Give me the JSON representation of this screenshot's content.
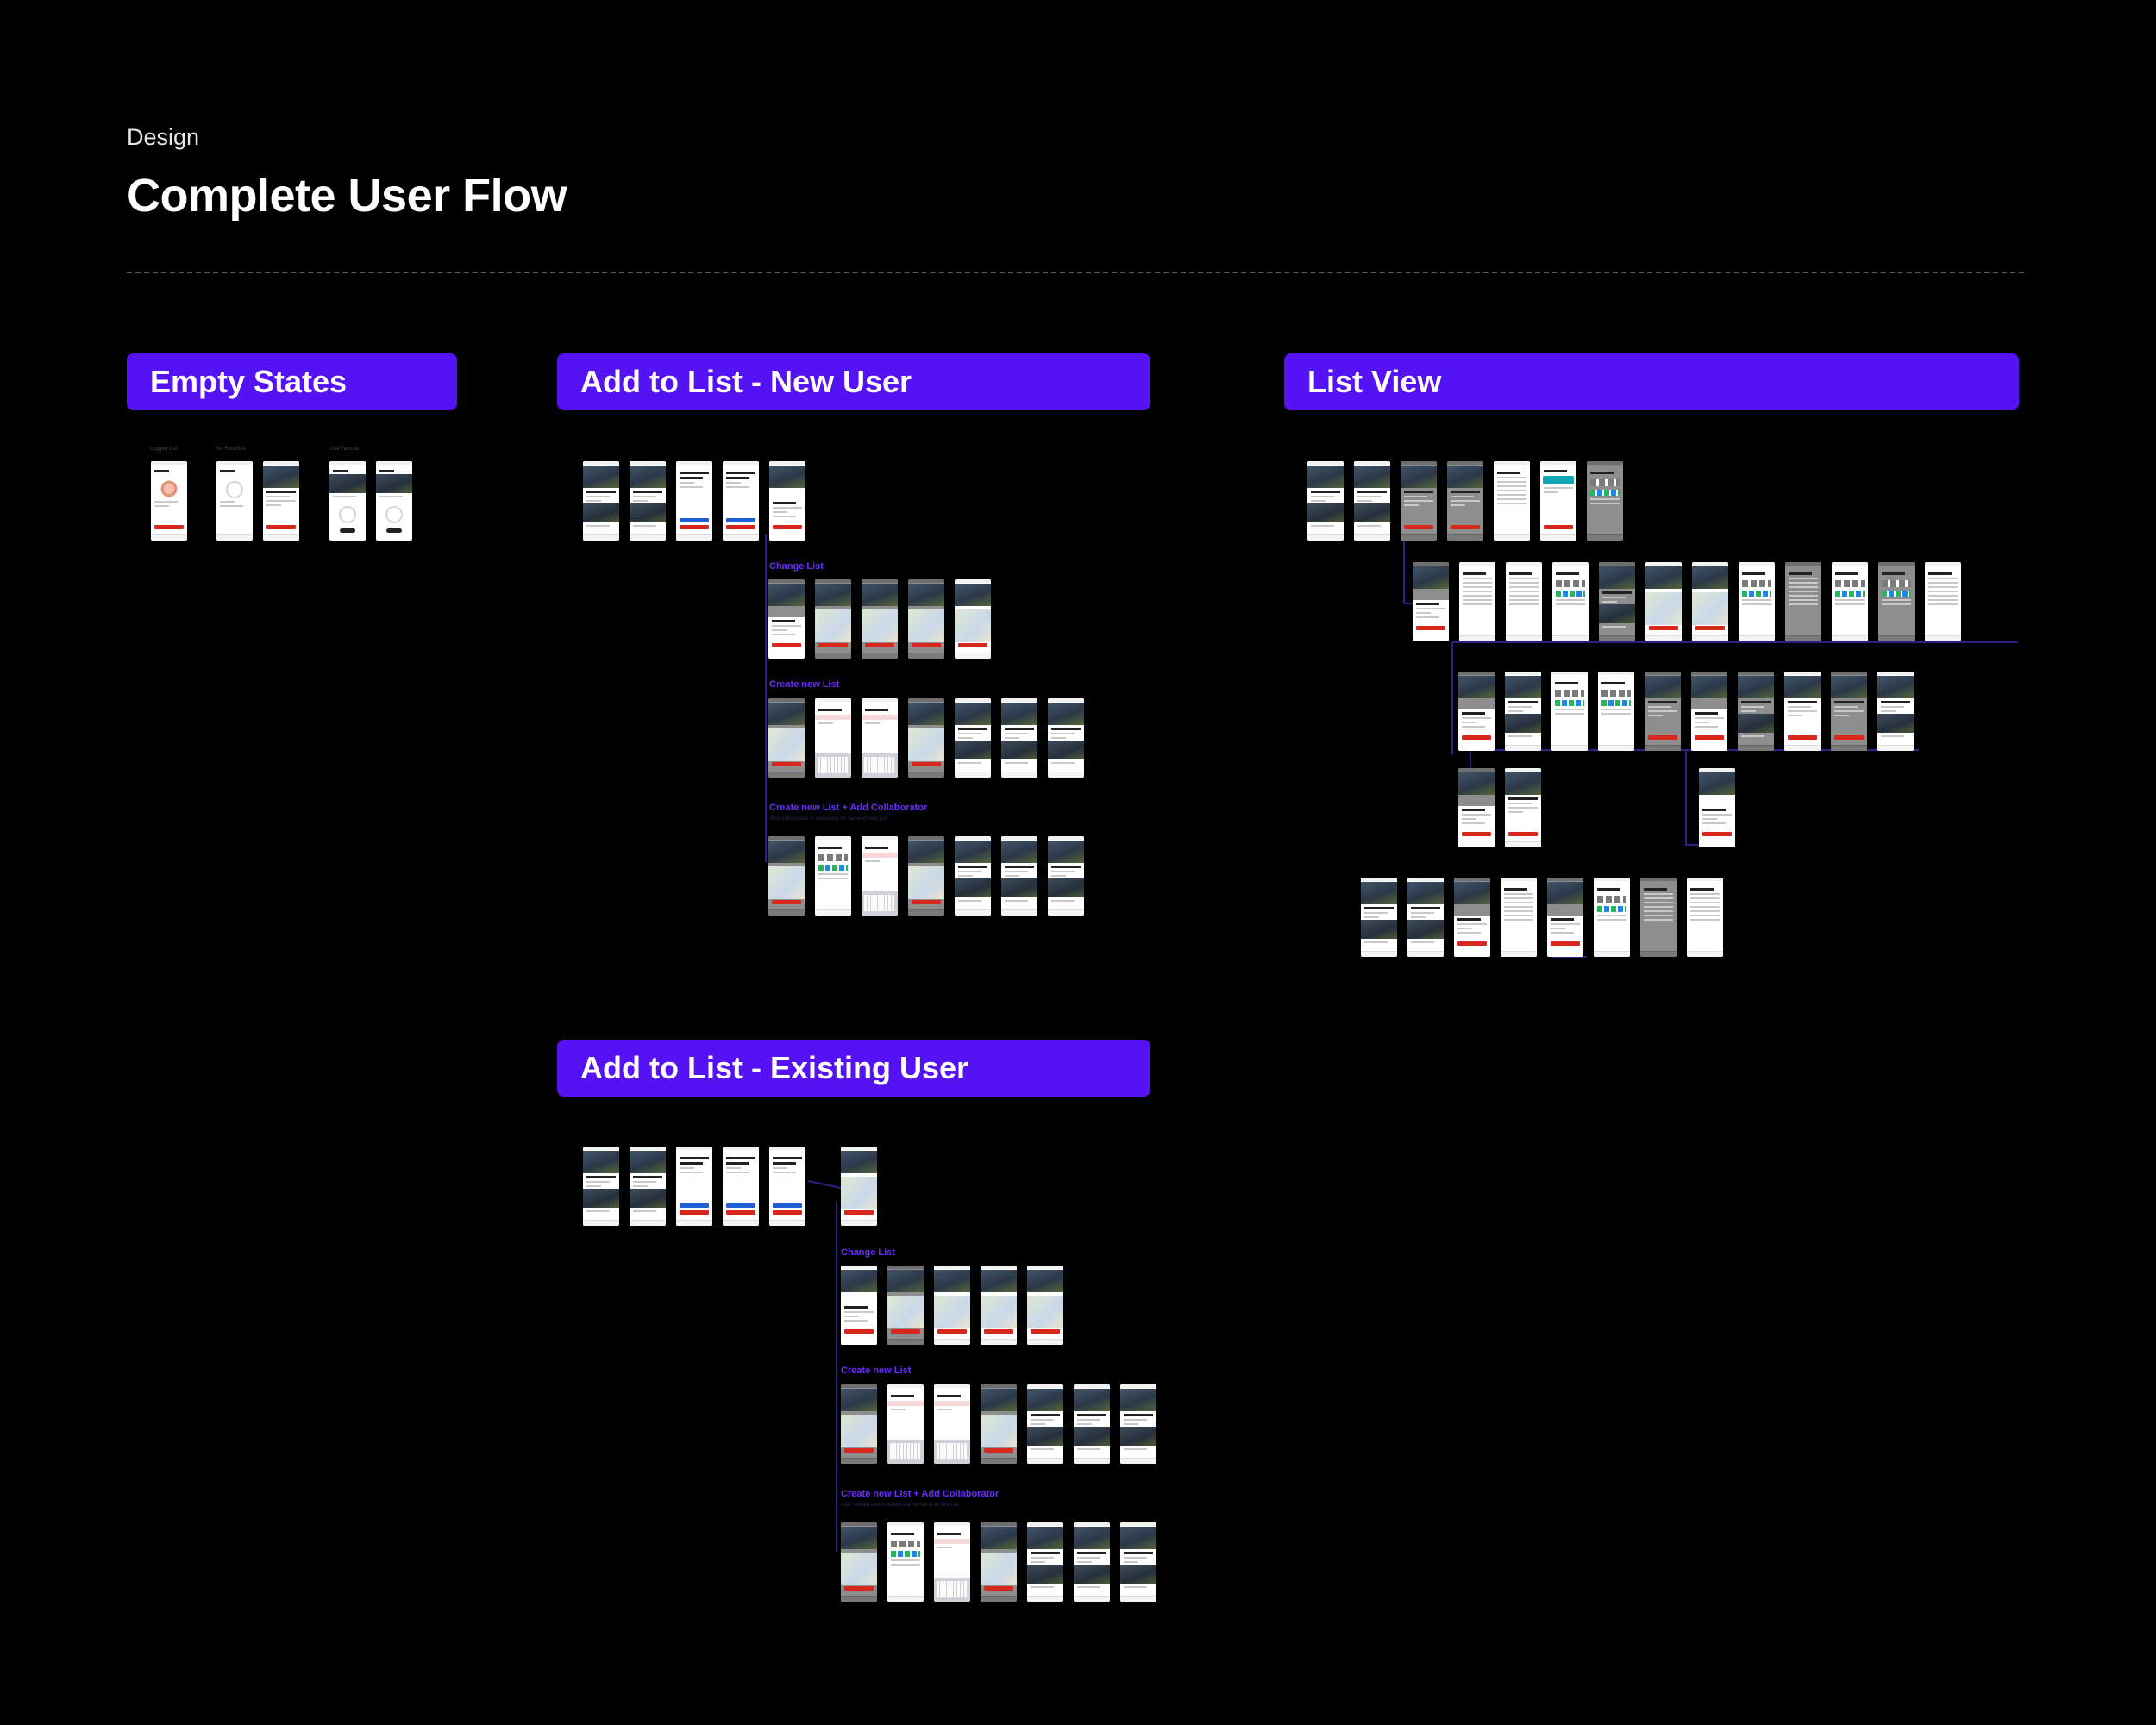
{
  "header": {
    "eyebrow": "Design",
    "title": "Complete User Flow"
  },
  "sections": {
    "empty_states": {
      "title": "Empty States",
      "groups": [
        "Logged Out",
        "No Favorites",
        "One Favorite"
      ]
    },
    "new_user": {
      "title": "Add to List - New User",
      "sublabels": {
        "change_list": "Change List",
        "create_new_list": "Create new List",
        "create_collab": "Create new List + Add Collaborator",
        "create_collab_note": "After collaborator is added ask for name of new List"
      }
    },
    "list_view": {
      "title": "List View"
    },
    "existing_user": {
      "title": "Add to List - Existing User",
      "sublabels": {
        "change_list": "Change List",
        "create_new_list": "Create new List",
        "create_collab": "Create new List + Add Collaborator",
        "create_collab_note": "After collaborator is added ask for name of new List"
      }
    }
  },
  "colors": {
    "background": "#000000",
    "accent": "#5512f5",
    "sublabel": "#6a2cff",
    "cta_red": "#d8281d",
    "cta_blue": "#1f5fd3"
  }
}
